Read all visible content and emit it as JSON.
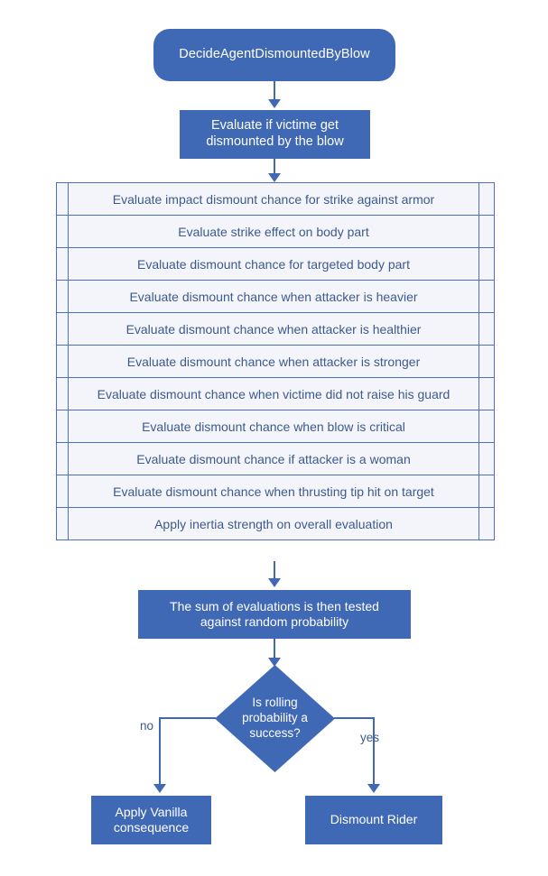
{
  "diagram": {
    "title_node": "DecideAgentDismountedByBlow",
    "evaluate_node_line1": "Evaluate if victime get",
    "evaluate_node_line2": "dismounted by the blow",
    "steps": [
      "Evaluate impact dismount chance for strike against armor",
      "Evaluate strike effect on body part",
      "Evaluate dismount chance for targeted body part",
      "Evaluate dismount chance when attacker is heavier",
      "Evaluate dismount chance when attacker is healthier",
      "Evaluate dismount chance when attacker is stronger",
      "Evaluate dismount chance when victime did not raise his guard",
      "Evaluate dismount chance when blow is critical",
      "Evaluate dismount chance if attacker is a woman",
      "Evaluate dismount chance when thrusting tip hit on target",
      "Apply inertia strength on overall evaluation"
    ],
    "sum_node_line1": "The sum of evaluations is then tested",
    "sum_node_line2": "against random probability",
    "decision_line1": "Is rolling",
    "decision_line2": "probability a",
    "decision_line3": "success?",
    "branch_no": "no",
    "branch_yes": "yes",
    "outcome_no_line1": "Apply Vanilla",
    "outcome_no_line2": "consequence",
    "outcome_yes": "Dismount Rider"
  },
  "colors": {
    "node_fill": "#3F68B5",
    "node_text": "#FFFFFF",
    "table_border": "#4F6FC0",
    "table_fill": "#F3F5FB",
    "table_text": "#3E5A8C",
    "connector": "#3F68B5",
    "background": "#FFFFFF"
  }
}
